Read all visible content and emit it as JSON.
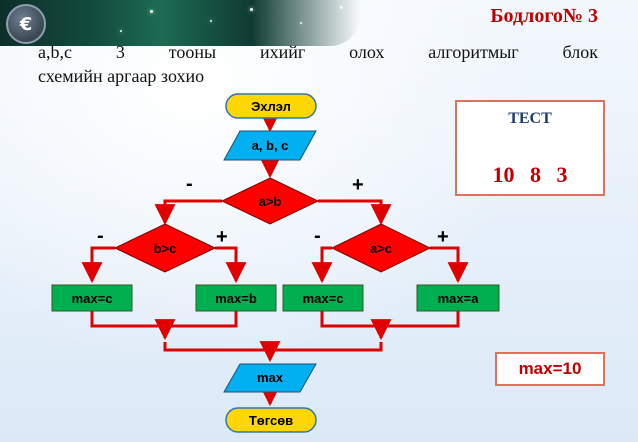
{
  "header": {
    "title": "Бодлого№ 3",
    "logo_glyph": "€"
  },
  "task": {
    "line1": "a,b,c 3 тооны ихийг олох алгоритмыг блок",
    "line2": "схемийн аргаар зохио"
  },
  "flowchart": {
    "start": "Эхлэл",
    "input": "a, b, c",
    "cond_main": "a>b",
    "cond_left": "b>c",
    "cond_right": "a>c",
    "out_left_no": "max=c",
    "out_left_yes": "max=b",
    "out_right_no": "max=c",
    "out_right_yes": "max=a",
    "output": "max",
    "end": "Төгсөв",
    "no_sign": "-",
    "yes_sign": "+"
  },
  "test": {
    "label": "ТЕСТ",
    "values": "10 8 3"
  },
  "result": "max=10",
  "colors": {
    "terminal_fill": "#ffd700",
    "io_fill": "#00b0f0",
    "decision_fill": "#ff0000",
    "process_fill": "#00b050",
    "connector": "#e00000",
    "accent_red": "#c00000"
  },
  "icons": [
    "currency-logo-icon"
  ]
}
